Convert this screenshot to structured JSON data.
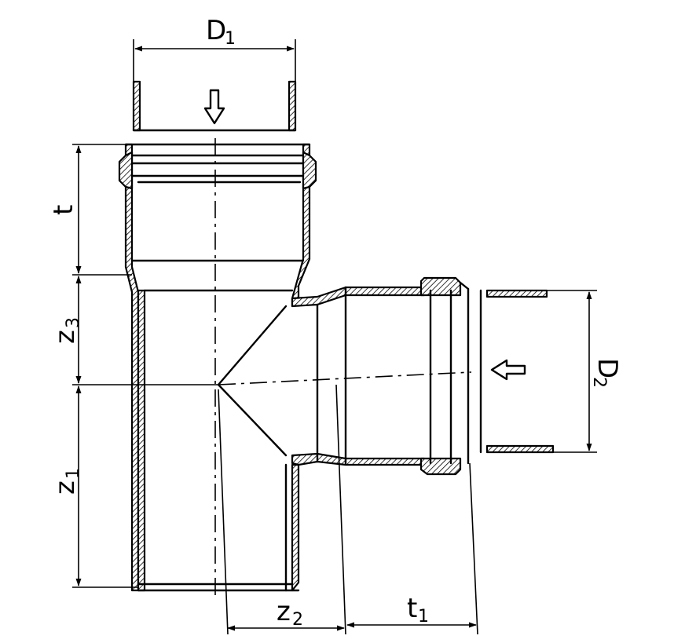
{
  "labels": {
    "d1": {
      "main": "D",
      "sub": "1"
    },
    "d2": {
      "main": "D",
      "sub": "2"
    },
    "t": {
      "main": "t",
      "sub": ""
    },
    "t1": {
      "main": "t",
      "sub": "1"
    },
    "z1": {
      "main": "z",
      "sub": "1"
    },
    "z2": {
      "main": "z",
      "sub": "2"
    },
    "z3": {
      "main": "z",
      "sub": "3"
    }
  },
  "colors": {
    "ink": "#000000",
    "paper": "#ffffff"
  }
}
